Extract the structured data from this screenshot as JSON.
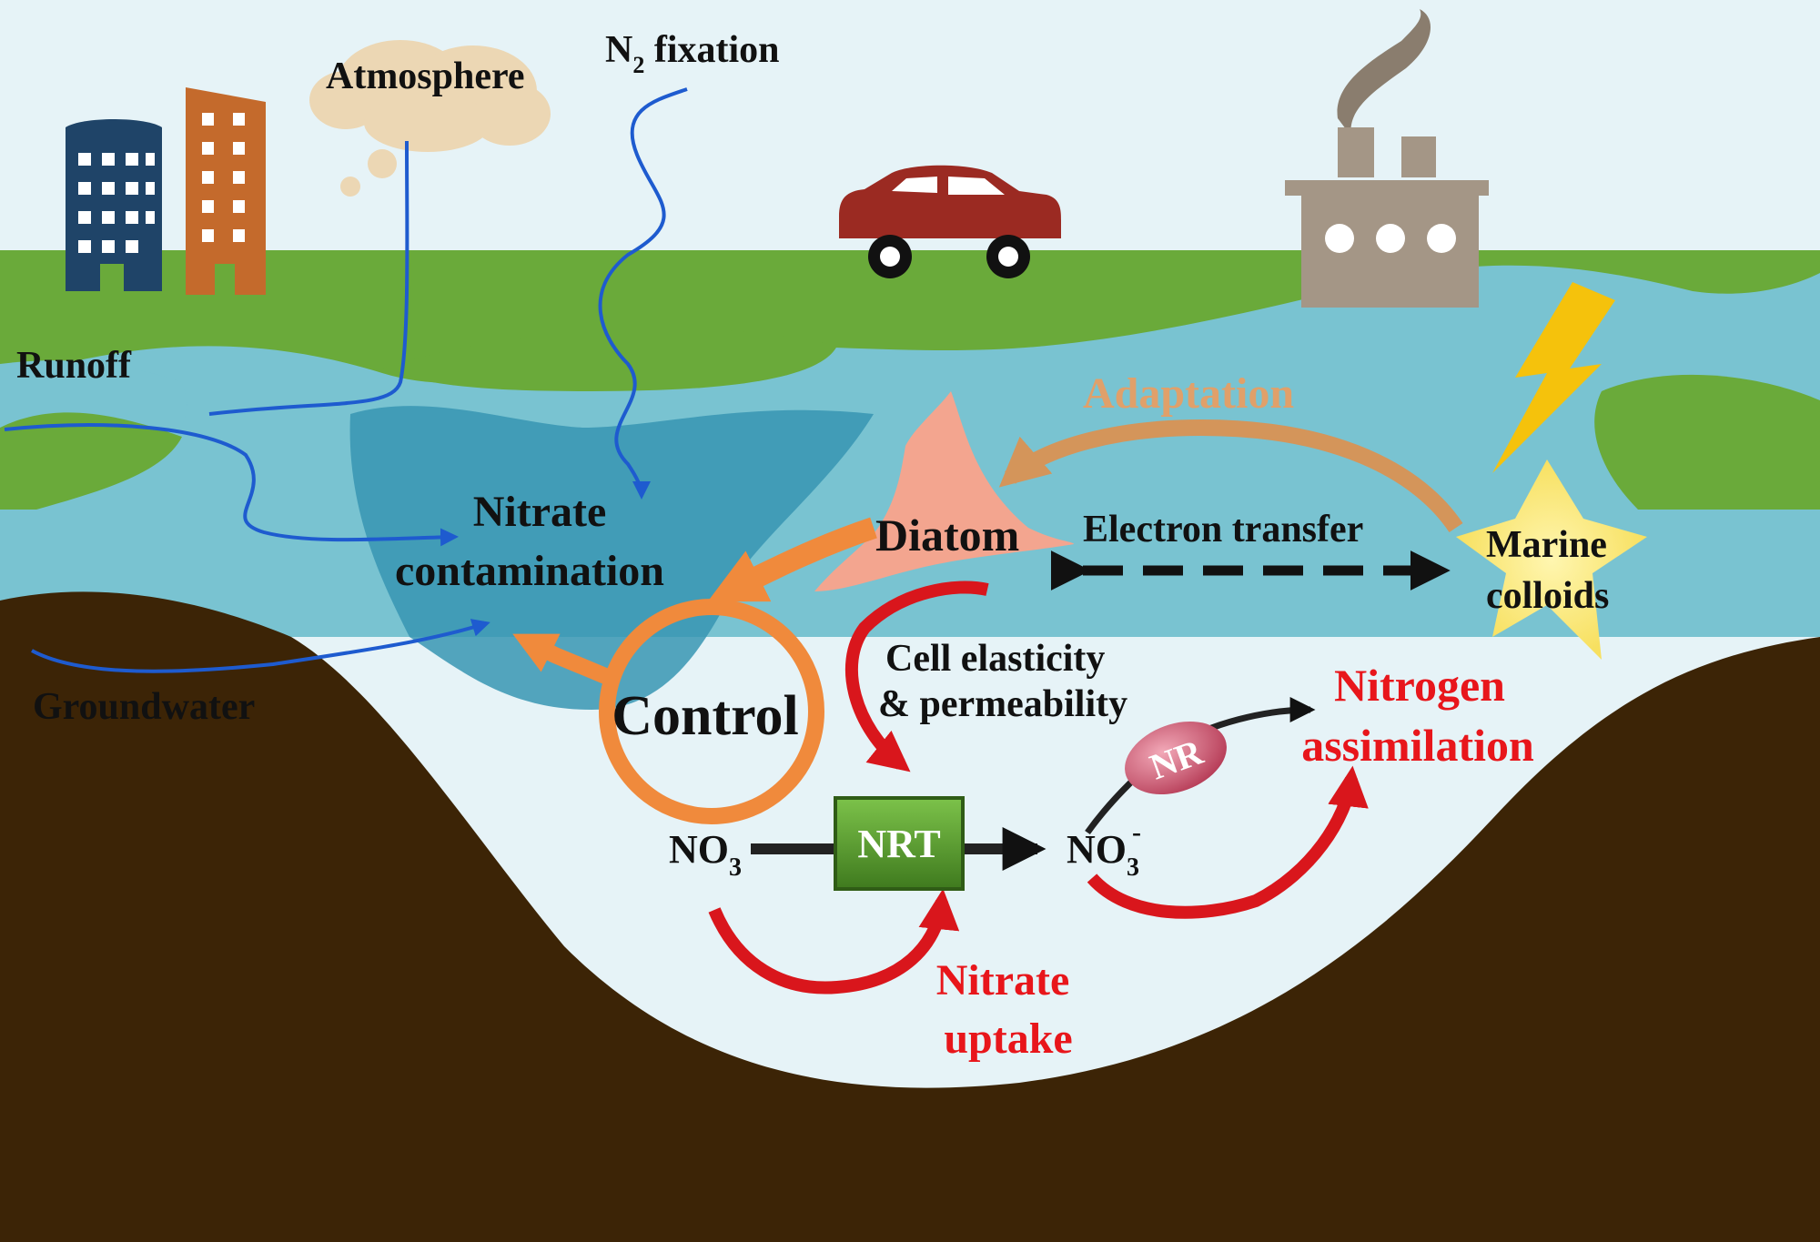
{
  "labels": {
    "atmosphere": "Atmosphere",
    "n2_fixation_n": "N",
    "n2_fixation_sub": "2",
    "n2_fixation_rest": " fixation",
    "runoff": "Runoff",
    "groundwater": "Groundwater",
    "nitrate_line1": "Nitrate",
    "nitrate_line2": "contamination",
    "adaptation": "Adaptation",
    "diatom": "Diatom",
    "electron_transfer": "Electron transfer",
    "marine_line1": "Marine",
    "marine_line2": "colloids",
    "control": "Control",
    "cell_line1": "Cell elasticity",
    "cell_line2": "& permeability",
    "nitrogen_line1": "Nitrogen",
    "nitrogen_line2": "assimilation",
    "nr": "NR",
    "nrt": "NRT",
    "no3_left_main": "NO",
    "no3_left_sub": "3",
    "no3_right_main": "NO",
    "no3_right_sub": "3",
    "no3_right_sup": "-",
    "uptake_line1": "Nitrate",
    "uptake_line2": "uptake"
  },
  "colors": {
    "sky": "#e6f3f7",
    "land": "#6aaa3a",
    "water": "#79c3d1",
    "contamination": "#3795b3",
    "soil": "#3c2406",
    "blue_arrow": "#1e5bcf",
    "orange": "#f08a3c",
    "tan_arrow": "#d4955a",
    "red_arrow": "#d9161c",
    "diatom": "#f3a58f",
    "nrt_box": "#5a9a2e",
    "nr_oval": "#c9506a",
    "bolt": "#f5c20c",
    "car": "#9b2a22",
    "factory": "#a49686",
    "building_blue": "#1f4468",
    "building_orange": "#c46a2c"
  },
  "icons": [
    "building-icon",
    "cloud-icon",
    "car-icon",
    "factory-icon",
    "lightning-bolt-icon",
    "star-burst-icon",
    "diatom-icon"
  ]
}
